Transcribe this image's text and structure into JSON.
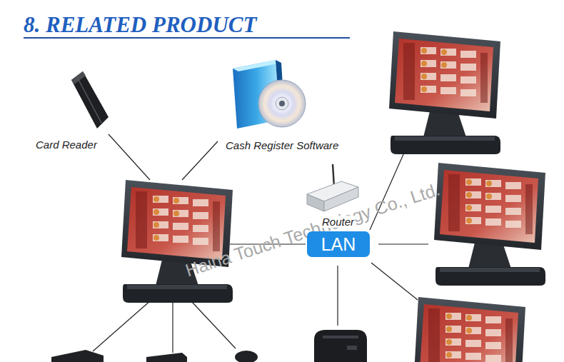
{
  "diagram": {
    "title": "8. RELATED PRODUCT",
    "nodes": [
      {
        "text": [
          "LAN"
        ]
      }
    ],
    "labels": [
      "Card Reader",
      "Cash Register Software",
      "Router",
      "Haina Touch Technology Co., Ltd."
    ]
  }
}
